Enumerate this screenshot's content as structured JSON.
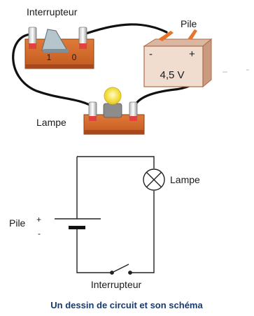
{
  "illustration": {
    "switch_label": "Interrupteur",
    "switch_mark_on": "1",
    "switch_mark_off": "0",
    "battery_label": "Pile",
    "battery_minus": "-",
    "battery_plus": "+",
    "battery_voltage": "4,5 V",
    "lamp_label": "Lampe"
  },
  "schema": {
    "lamp_label": "Lampe",
    "battery_label": "Pile",
    "battery_plus": "+",
    "battery_minus": "-",
    "switch_label": "Interrupteur"
  },
  "caption": "Un dessin de circuit et son schéma",
  "colors": {
    "wood": "#c9652a",
    "wood_dark": "#8e3f14",
    "battery_body": "#f1ddd0",
    "battery_edge": "#b06a44",
    "terminal_red": "#e34040",
    "bulb_glow": "#f3e24a",
    "caption": "#173a6e"
  }
}
